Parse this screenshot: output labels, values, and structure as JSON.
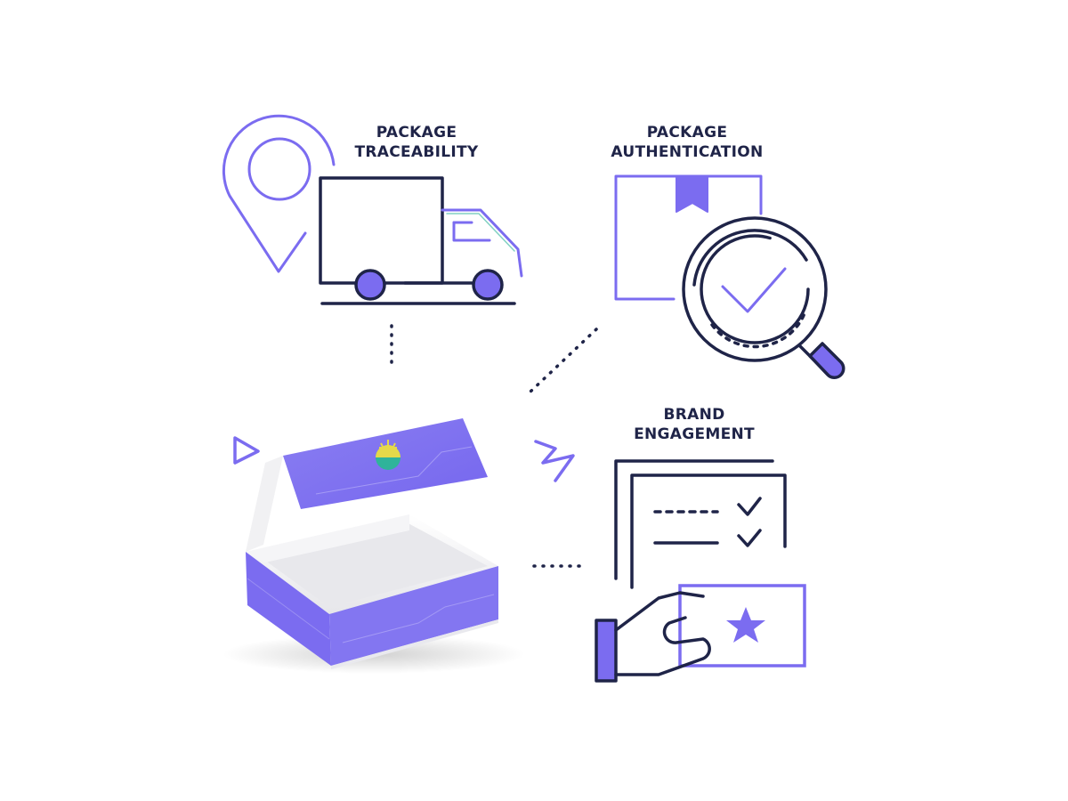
{
  "colors": {
    "navy": "#1f2448",
    "purple": "#7b6cf0",
    "purple_light": "#9a8ff3",
    "white": "#ffffff",
    "box_inner": "#eeeeef",
    "logo_sun": "#e5d94a",
    "logo_hill": "#2fb39a"
  },
  "features": {
    "traceability": {
      "line1": "PACKAGE",
      "line2": "TRACEABILITY",
      "icon": "delivery-truck-with-location-pin"
    },
    "authentication": {
      "line1": "PACKAGE",
      "line2": "AUTHENTICATION",
      "icon": "box-with-magnifier-check"
    },
    "engagement": {
      "line1": "BRAND",
      "line2": "ENGAGEMENT",
      "icon": "checklist-hand-star-card"
    }
  },
  "center": {
    "icon": "open-purple-gift-box"
  }
}
